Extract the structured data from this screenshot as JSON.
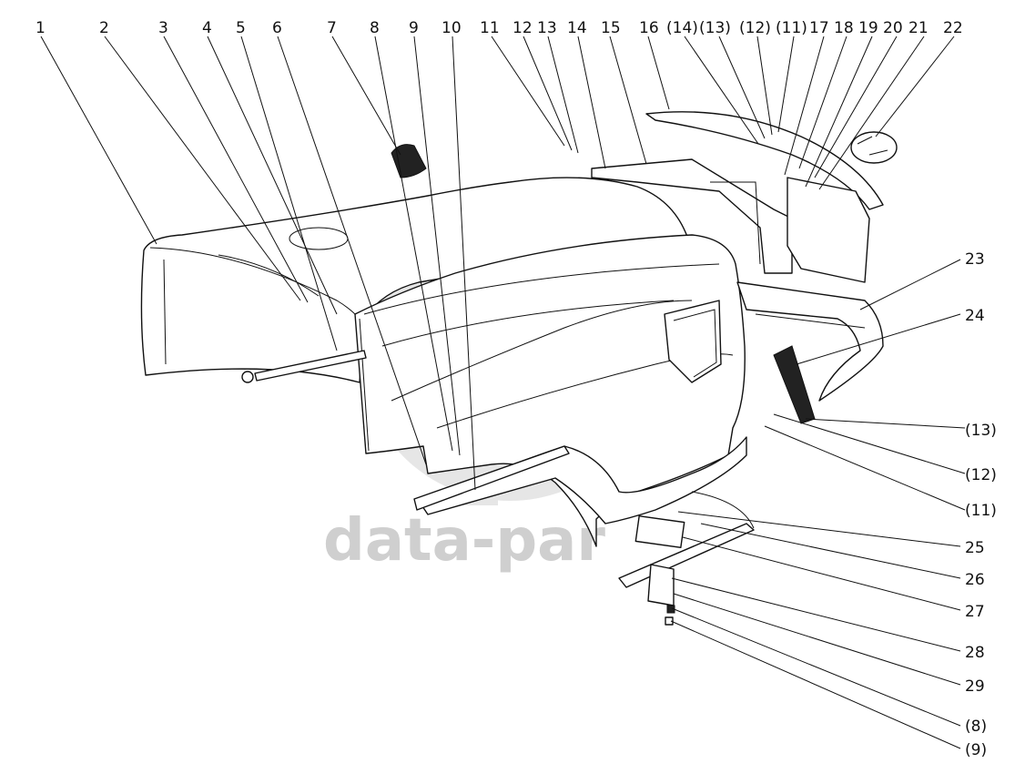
{
  "watermark": {
    "text": "data-par",
    "color": "#d0d0d0"
  },
  "top_labels": [
    "1",
    "2",
    "3",
    "4",
    "5",
    "6",
    "7",
    "8",
    "9",
    "10",
    "11",
    "12",
    "13",
    "14",
    "15",
    "16",
    "(14)",
    "(13)",
    "(12)",
    "(11)",
    "17",
    "18",
    "19",
    "20",
    "21",
    "22"
  ],
  "right_labels": [
    "23",
    "24",
    "(13)",
    "(12)",
    "(11)",
    "25",
    "26",
    "27",
    "28",
    "29",
    "(8)",
    "(9)"
  ]
}
